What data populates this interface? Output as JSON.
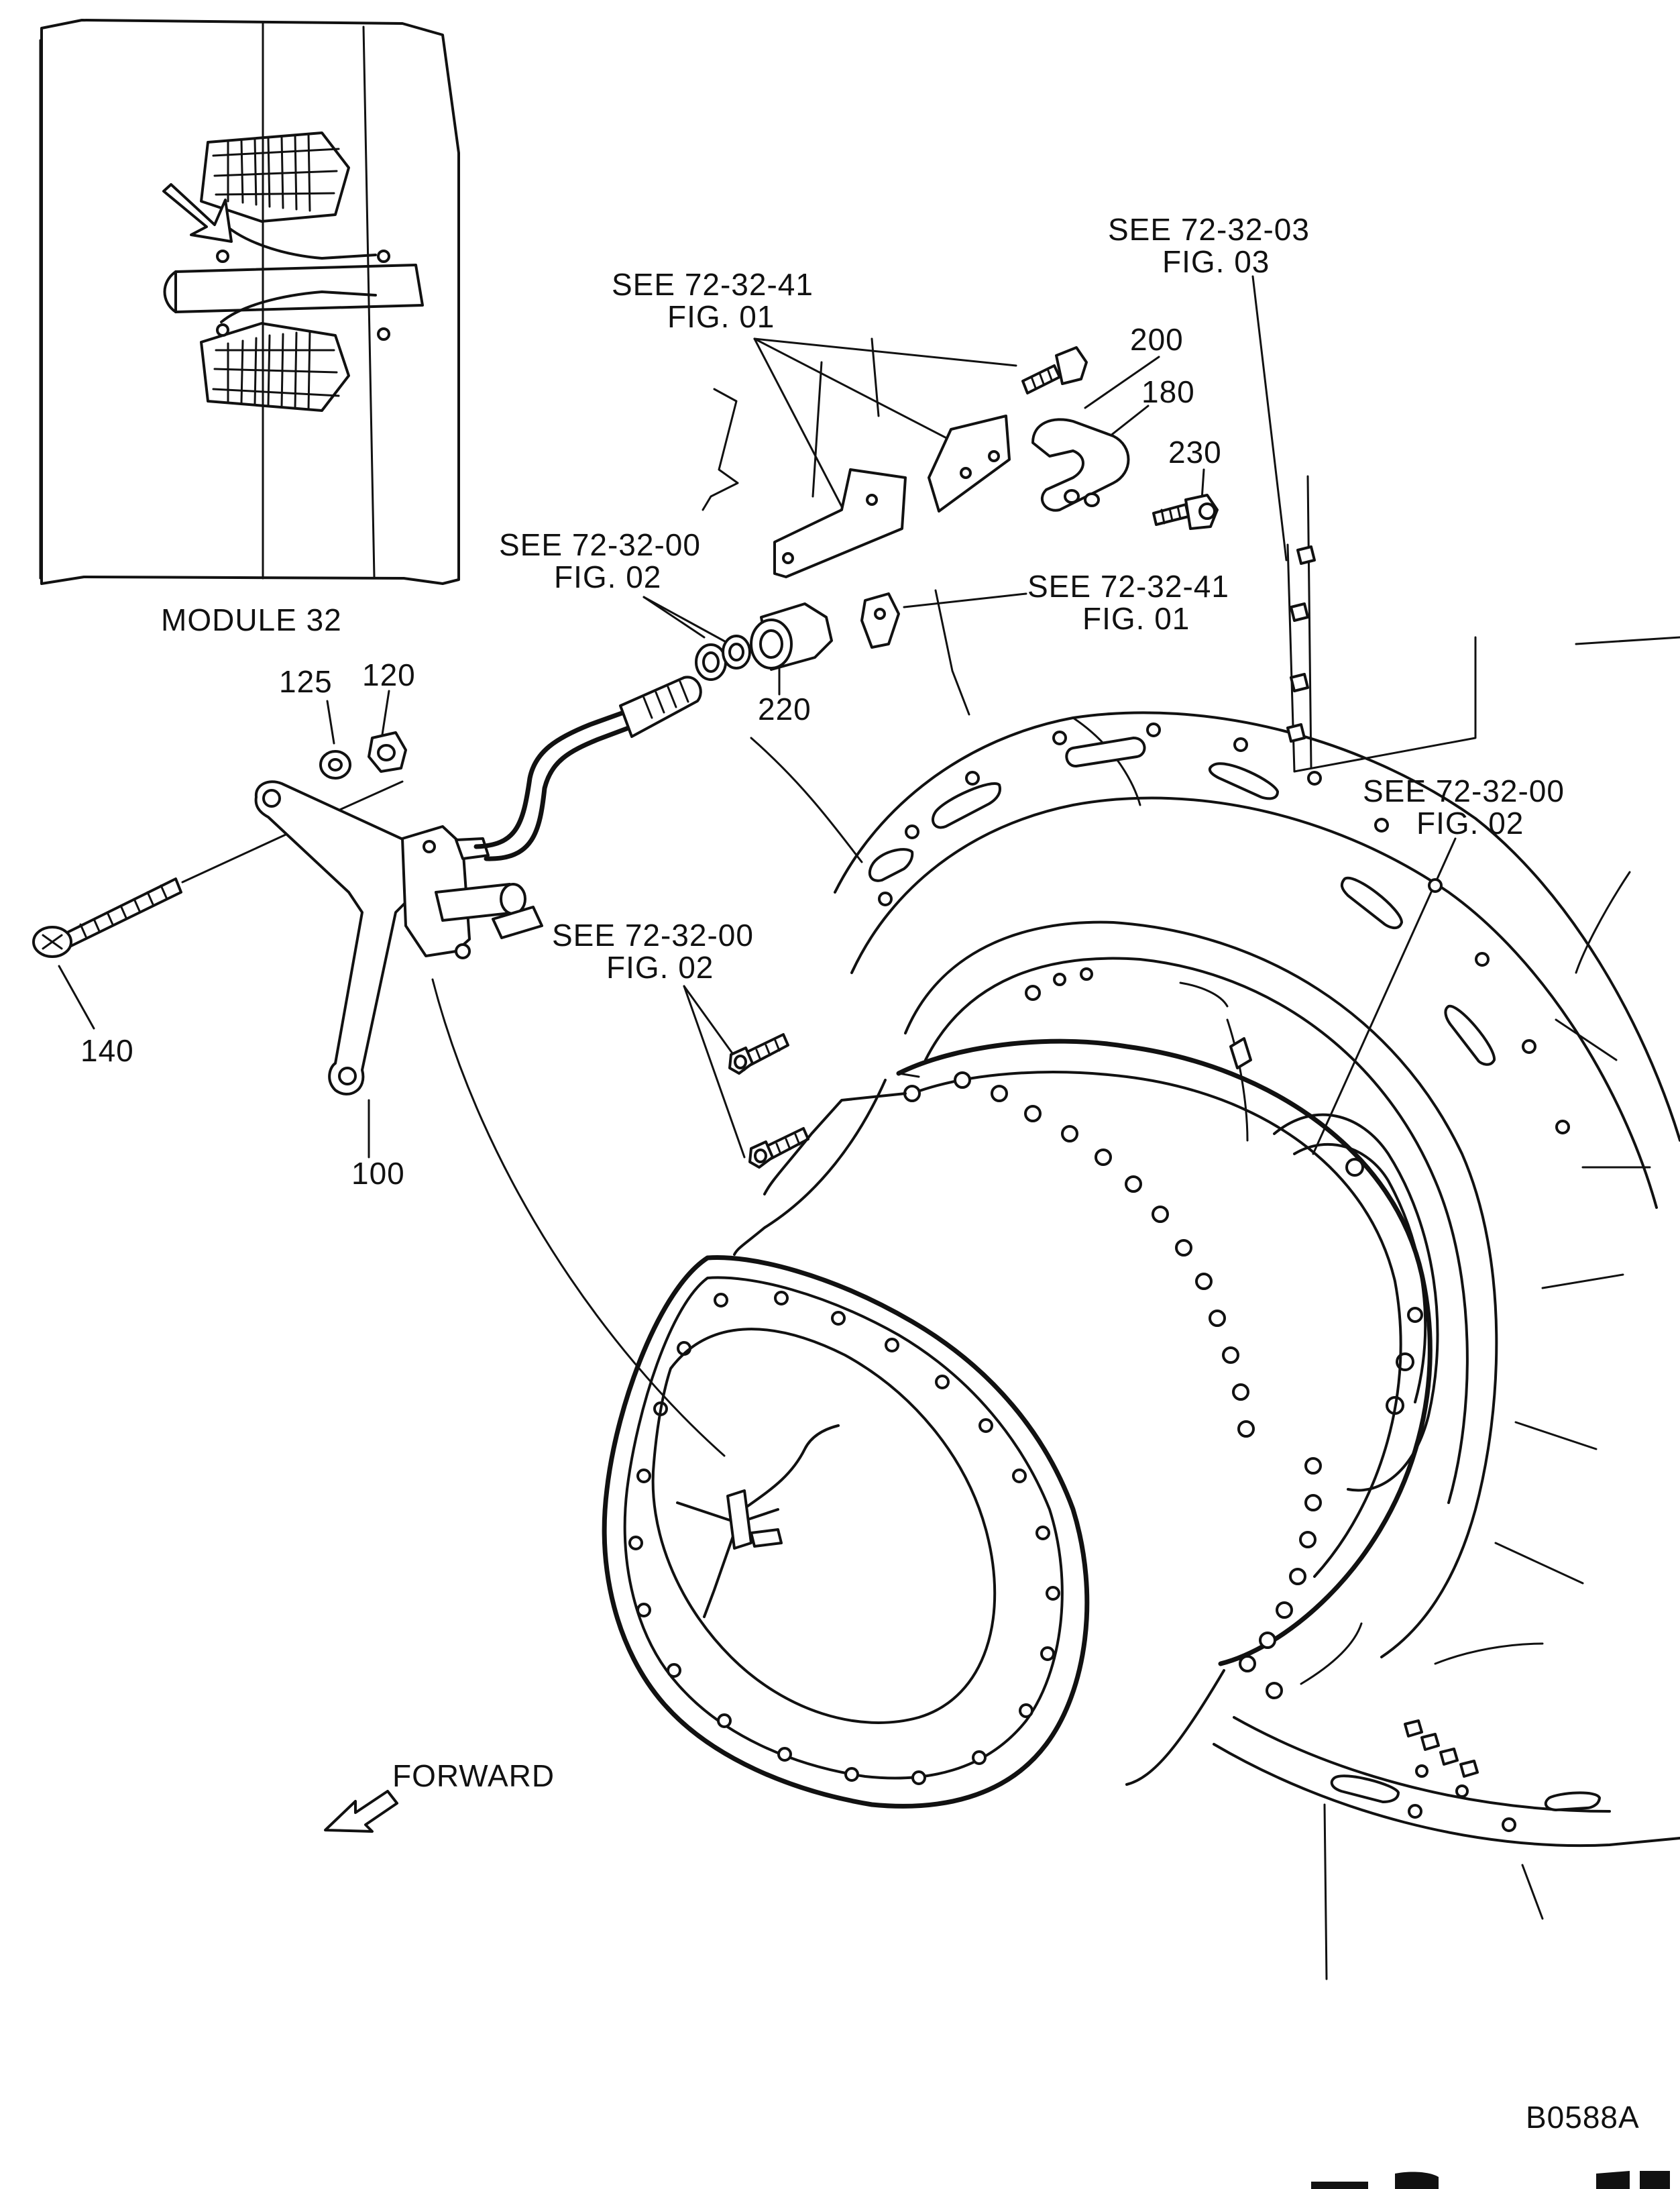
{
  "inset": {
    "caption": "MODULE 32"
  },
  "callouts": [
    {
      "id": "ref-72-32-41-fig01-top",
      "text1": "SEE  72-32-41",
      "text2": "FIG. 01"
    },
    {
      "id": "ref-72-32-03-fig03",
      "text1": "SEE  72-32-03",
      "text2": "FIG. 03"
    },
    {
      "id": "ref-72-32-00-fig02-upper",
      "text1": "SEE  72-32-00",
      "text2": "FIG. 02"
    },
    {
      "id": "ref-72-32-41-fig01-right",
      "text1": "SEE  72-32-41",
      "text2": "FIG. 01"
    },
    {
      "id": "ref-72-32-00-fig02-right",
      "text1": "SEE  72-32-00",
      "text2": "FIG. 02"
    },
    {
      "id": "ref-72-32-00-fig02-middle",
      "text1": "SEE  72-32-00",
      "text2": "FIG. 02"
    }
  ],
  "part_numbers": {
    "p200": "200",
    "p180": "180",
    "p230": "230",
    "p220": "220",
    "p125": "125",
    "p120": "120",
    "p140": "140",
    "p100": "100"
  },
  "direction_label": "FORWARD",
  "figure_code": "B0588A"
}
